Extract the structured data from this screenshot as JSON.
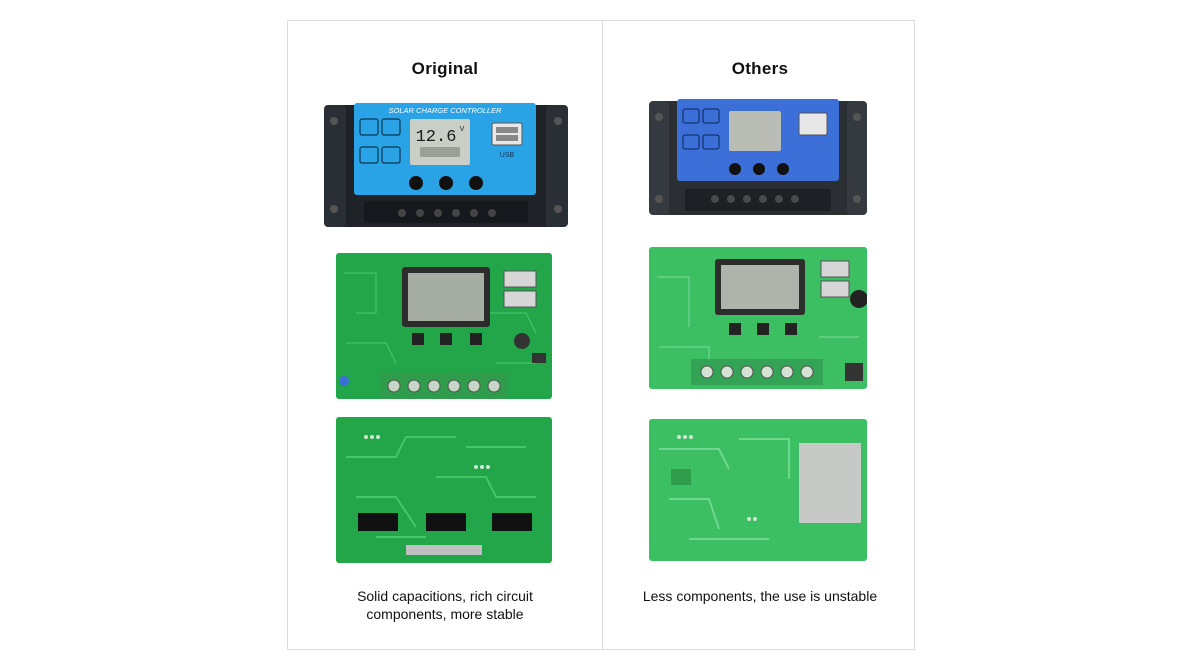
{
  "columns": [
    {
      "heading": "Original",
      "device_label": "SOLAR CHARGE CONTROLLER",
      "lcd_reading": "12.6",
      "lcd_unit": "V",
      "usb_label": "USB",
      "caption_line1": "Solid capacitions, rich circuit",
      "caption_line2": "components, more stable"
    },
    {
      "heading": "Others",
      "caption": "Less components, the use is unstable"
    }
  ],
  "colors": {
    "case_black": "#1f2328",
    "panel_blue_original": "#2aa3e6",
    "panel_blue_others": "#3d6fd8",
    "pcb_green": "#23a54a",
    "pcb_green_light": "#45c46a",
    "lcd_gray": "#b9bdb6",
    "terminal_green": "#2e9c4a"
  }
}
